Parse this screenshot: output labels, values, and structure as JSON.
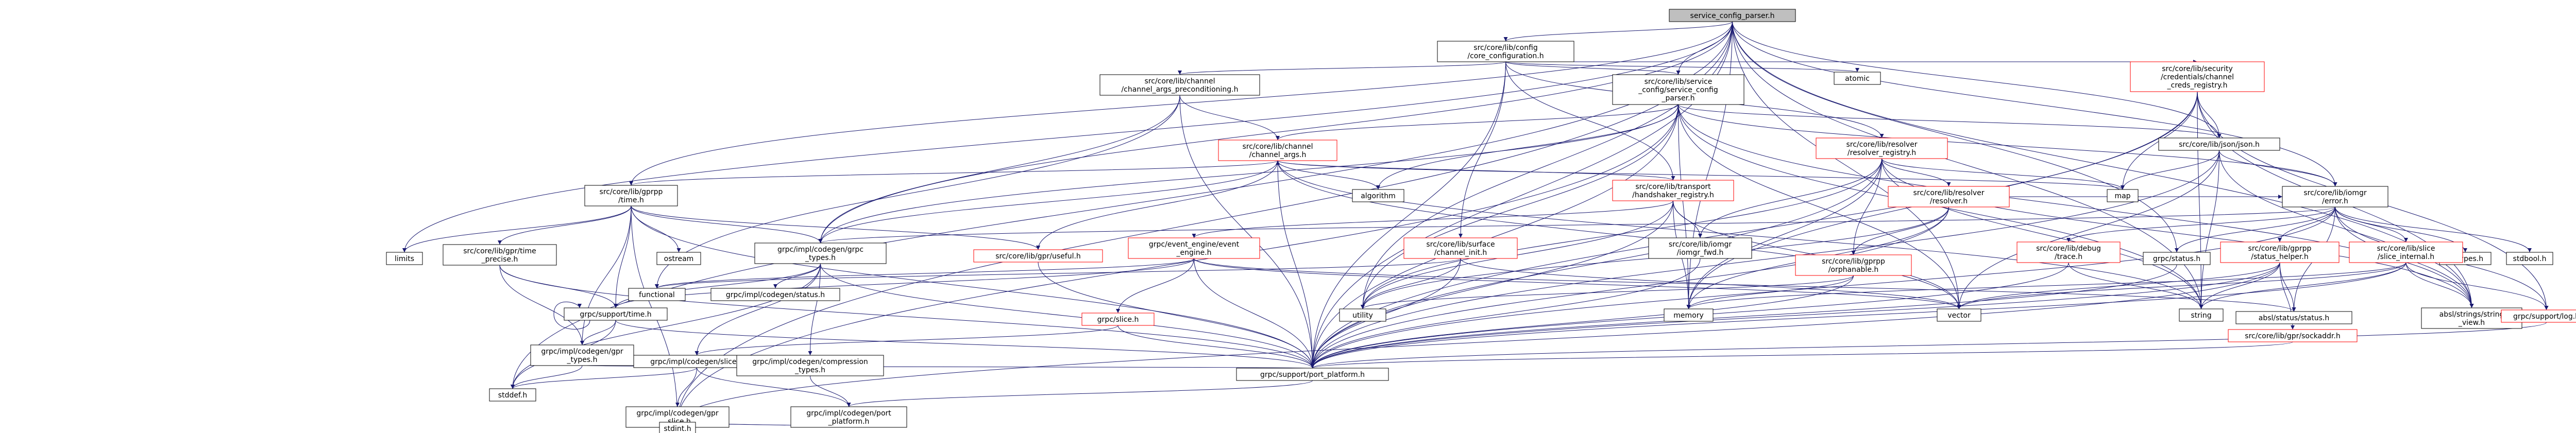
{
  "colors": {
    "edge": "#191970",
    "root_fill": "#bfbfbf",
    "incomplete_border": "#ff0000",
    "complete_border": "#000000"
  },
  "nodes": [
    {
      "id": "root",
      "lines": [
        "service_config_parser.h"
      ],
      "style": "root"
    },
    {
      "id": "core_config",
      "lines": [
        "src/core/lib/config",
        "/core_configuration.h"
      ],
      "style": "black"
    },
    {
      "id": "channel_args_pre",
      "lines": [
        "src/core/lib/channel",
        "/channel_args_preconditioning.h"
      ],
      "style": "black"
    },
    {
      "id": "svc_config_parser",
      "lines": [
        "src/core/lib/service",
        "_config/service_config",
        "_parser.h"
      ],
      "style": "black"
    },
    {
      "id": "atomic",
      "lines": [
        "atomic"
      ],
      "style": "black"
    },
    {
      "id": "cred_registry",
      "lines": [
        "src/core/lib/security",
        "/credentials/channel",
        "_creds_registry.h"
      ],
      "style": "red"
    },
    {
      "id": "channel_args",
      "lines": [
        "src/core/lib/channel",
        "/channel_args.h"
      ],
      "style": "red"
    },
    {
      "id": "resolver_registry",
      "lines": [
        "src/core/lib/resolver",
        "/resolver_registry.h"
      ],
      "style": "red"
    },
    {
      "id": "json",
      "lines": [
        "src/core/lib/json/json.h"
      ],
      "style": "black"
    },
    {
      "id": "handshaker",
      "lines": [
        "src/core/lib/transport",
        "/handshaker_registry.h"
      ],
      "style": "red"
    },
    {
      "id": "gpr_time",
      "lines": [
        "src/core/lib/gprpp",
        "/time.h"
      ],
      "style": "black"
    },
    {
      "id": "algorithm",
      "lines": [
        "algorithm"
      ],
      "style": "black"
    },
    {
      "id": "map",
      "lines": [
        "map"
      ],
      "style": "black"
    },
    {
      "id": "resolver",
      "lines": [
        "src/core/lib/resolver",
        "/resolver.h"
      ],
      "style": "red"
    },
    {
      "id": "iomgr_error",
      "lines": [
        "src/core/lib/iomgr",
        "/error.h"
      ],
      "style": "black"
    },
    {
      "id": "limits",
      "lines": [
        "limits"
      ],
      "style": "black"
    },
    {
      "id": "gpr_time_precise",
      "lines": [
        "src/core/lib/gpr/time",
        "_precise.h"
      ],
      "style": "black"
    },
    {
      "id": "ostream",
      "lines": [
        "ostream"
      ],
      "style": "black"
    },
    {
      "id": "grpc_types",
      "lines": [
        "grpc/impl/codegen/grpc",
        "_types.h"
      ],
      "style": "black"
    },
    {
      "id": "useful",
      "lines": [
        "src/core/lib/gpr/useful.h"
      ],
      "style": "red"
    },
    {
      "id": "event_engine",
      "lines": [
        "grpc/event_engine/event",
        "_engine.h"
      ],
      "style": "red"
    },
    {
      "id": "channel_init",
      "lines": [
        "src/core/lib/surface",
        "/channel_init.h"
      ],
      "style": "red"
    },
    {
      "id": "iomgr_fwd",
      "lines": [
        "src/core/lib/iomgr",
        "/iomgr_fwd.h"
      ],
      "style": "black"
    },
    {
      "id": "orphanable",
      "lines": [
        "src/core/lib/gprpp",
        "/orphanable.h"
      ],
      "style": "red"
    },
    {
      "id": "debug_trace",
      "lines": [
        "src/core/lib/debug",
        "/trace.h"
      ],
      "style": "red"
    },
    {
      "id": "grpc_status",
      "lines": [
        "grpc/status.h"
      ],
      "style": "black"
    },
    {
      "id": "status_helper",
      "lines": [
        "src/core/lib/gprpp",
        "/status_helper.h"
      ],
      "style": "red"
    },
    {
      "id": "inttypes",
      "lines": [
        "inttypes.h"
      ],
      "style": "black"
    },
    {
      "id": "stdbool",
      "lines": [
        "stdbool.h"
      ],
      "style": "black"
    },
    {
      "id": "slice_internal",
      "lines": [
        "src/core/lib/slice",
        "/slice_internal.h"
      ],
      "style": "red"
    },
    {
      "id": "support_time",
      "lines": [
        "grpc/support/time.h"
      ],
      "style": "black"
    },
    {
      "id": "functional",
      "lines": [
        "functional"
      ],
      "style": "black"
    },
    {
      "id": "codegen_status",
      "lines": [
        "grpc/impl/codegen/status.h"
      ],
      "style": "black"
    },
    {
      "id": "slice_h",
      "lines": [
        "grpc/slice.h"
      ],
      "style": "red"
    },
    {
      "id": "utility",
      "lines": [
        "utility"
      ],
      "style": "black"
    },
    {
      "id": "memory",
      "lines": [
        "memory"
      ],
      "style": "black"
    },
    {
      "id": "vector",
      "lines": [
        "vector"
      ],
      "style": "black"
    },
    {
      "id": "absl_status",
      "lines": [
        "absl/status/status.h"
      ],
      "style": "black"
    },
    {
      "id": "string",
      "lines": [
        "string"
      ],
      "style": "black"
    },
    {
      "id": "string_view",
      "lines": [
        "absl/strings/string",
        "_view.h"
      ],
      "style": "black"
    },
    {
      "id": "sockaddr",
      "lines": [
        "src/core/lib/gpr/sockaddr.h"
      ],
      "style": "red"
    },
    {
      "id": "support_log",
      "lines": [
        "grpc/support/log.h"
      ],
      "style": "red"
    },
    {
      "id": "gpr_types",
      "lines": [
        "grpc/impl/codegen/gpr",
        "_types.h"
      ],
      "style": "black"
    },
    {
      "id": "codegen_slice",
      "lines": [
        "grpc/impl/codegen/slice.h"
      ],
      "style": "black"
    },
    {
      "id": "compression_types",
      "lines": [
        "grpc/impl/codegen/compression",
        "_types.h"
      ],
      "style": "black"
    },
    {
      "id": "port_platform",
      "lines": [
        "grpc/support/port_platform.h"
      ],
      "style": "black"
    },
    {
      "id": "stddef",
      "lines": [
        "stddef.h"
      ],
      "style": "black"
    },
    {
      "id": "gpr_slice",
      "lines": [
        "grpc/impl/codegen/gpr",
        "_slice.h"
      ],
      "style": "black"
    },
    {
      "id": "codegen_port",
      "lines": [
        "grpc/impl/codegen/port",
        "_platform.h"
      ],
      "style": "black"
    },
    {
      "id": "stdint",
      "lines": [
        "stdint.h"
      ],
      "style": "black"
    }
  ],
  "edges": [
    [
      "root",
      "core_config"
    ],
    [
      "root",
      "svc_config_parser"
    ],
    [
      "root",
      "limits"
    ],
    [
      "root",
      "gpr_time"
    ],
    [
      "root",
      "grpc_types"
    ],
    [
      "root",
      "json"
    ],
    [
      "root",
      "iomgr_error"
    ],
    [
      "root",
      "grpc_status"
    ],
    [
      "root",
      "string_view"
    ],
    [
      "root",
      "utility"
    ],
    [
      "root",
      "memory"
    ],
    [
      "root",
      "vector"
    ],
    [
      "root",
      "string"
    ],
    [
      "root",
      "port_platform"
    ],
    [
      "root",
      "stddef"
    ],
    [
      "root",
      "stdint"
    ],
    [
      "core_config",
      "channel_args_pre"
    ],
    [
      "core_config",
      "svc_config_parser"
    ],
    [
      "core_config",
      "atomic"
    ],
    [
      "core_config",
      "cred_registry"
    ],
    [
      "core_config",
      "resolver_registry"
    ],
    [
      "core_config",
      "handshaker"
    ],
    [
      "core_config",
      "channel_init"
    ],
    [
      "core_config",
      "port_platform"
    ],
    [
      "channel_args_pre",
      "channel_args"
    ],
    [
      "channel_args_pre",
      "grpc_types"
    ],
    [
      "channel_args_pre",
      "functional"
    ],
    [
      "channel_args_pre",
      "port_platform"
    ],
    [
      "svc_config_parser",
      "json"
    ],
    [
      "svc_config_parser",
      "channel_args"
    ],
    [
      "svc_config_parser",
      "iomgr_error"
    ],
    [
      "svc_config_parser",
      "algorithm"
    ],
    [
      "svc_config_parser",
      "string"
    ],
    [
      "svc_config_parser",
      "memory"
    ],
    [
      "svc_config_parser",
      "vector"
    ],
    [
      "svc_config_parser",
      "utility"
    ],
    [
      "svc_config_parser",
      "stdint"
    ],
    [
      "svc_config_parser",
      "string_view"
    ],
    [
      "svc_config_parser",
      "grpc_types"
    ],
    [
      "svc_config_parser",
      "port_platform"
    ],
    [
      "cred_registry",
      "json"
    ],
    [
      "cred_registry",
      "map"
    ],
    [
      "cred_registry",
      "memory"
    ],
    [
      "cred_registry",
      "string"
    ],
    [
      "cred_registry",
      "string_view"
    ],
    [
      "cred_registry",
      "support_log"
    ],
    [
      "cred_registry",
      "port_platform"
    ],
    [
      "channel_args",
      "gpr_time"
    ],
    [
      "channel_args",
      "useful"
    ],
    [
      "channel_args",
      "grpc_types"
    ],
    [
      "channel_args",
      "algorithm"
    ],
    [
      "channel_args",
      "map"
    ],
    [
      "channel_args",
      "string"
    ],
    [
      "channel_args",
      "vector"
    ],
    [
      "channel_args",
      "port_platform"
    ],
    [
      "resolver_registry",
      "resolver"
    ],
    [
      "resolver_registry",
      "iomgr_fwd"
    ],
    [
      "resolver_registry",
      "orphanable"
    ],
    [
      "resolver_registry",
      "map"
    ],
    [
      "resolver_registry",
      "memory"
    ],
    [
      "resolver_registry",
      "string"
    ],
    [
      "resolver_registry",
      "string_view"
    ],
    [
      "resolver_registry",
      "utility"
    ],
    [
      "resolver_registry",
      "port_platform"
    ],
    [
      "json",
      "iomgr_error"
    ],
    [
      "json",
      "map"
    ],
    [
      "json",
      "string"
    ],
    [
      "json",
      "vector"
    ],
    [
      "json",
      "string_view"
    ],
    [
      "json",
      "port_platform"
    ],
    [
      "handshaker",
      "event_engine"
    ],
    [
      "handshaker",
      "channel_args"
    ],
    [
      "handshaker",
      "iomgr_fwd"
    ],
    [
      "handshaker",
      "memory"
    ],
    [
      "handshaker",
      "vector"
    ],
    [
      "handshaker",
      "utility"
    ],
    [
      "handshaker",
      "port_platform"
    ],
    [
      "gpr_time",
      "gpr_time_precise"
    ],
    [
      "gpr_time",
      "support_time"
    ],
    [
      "gpr_time",
      "ostream"
    ],
    [
      "gpr_time",
      "limits"
    ],
    [
      "gpr_time",
      "gpr_types"
    ],
    [
      "gpr_time",
      "port_platform"
    ],
    [
      "gpr_time",
      "stdint"
    ],
    [
      "gpr_time",
      "useful"
    ],
    [
      "gpr_time",
      "grpc_types"
    ],
    [
      "resolver",
      "orphanable"
    ],
    [
      "resolver",
      "iomgr_error"
    ],
    [
      "resolver",
      "port_platform"
    ],
    [
      "resolver",
      "utility"
    ],
    [
      "resolver",
      "memory"
    ],
    [
      "iomgr_error",
      "debug_trace"
    ],
    [
      "iomgr_error",
      "grpc_status"
    ],
    [
      "iomgr_error",
      "status_helper"
    ],
    [
      "iomgr_error",
      "inttypes"
    ],
    [
      "iomgr_error",
      "stdbool"
    ],
    [
      "iomgr_error",
      "slice_internal"
    ],
    [
      "iomgr_error",
      "absl_status"
    ],
    [
      "iomgr_error",
      "support_log"
    ],
    [
      "iomgr_error",
      "port_platform"
    ],
    [
      "iomgr_error",
      "string_view"
    ],
    [
      "iomgr_error",
      "grpc_types"
    ],
    [
      "gpr_time_precise",
      "support_time"
    ],
    [
      "gpr_time_precise",
      "gpr_types"
    ],
    [
      "gpr_time_precise",
      "port_platform"
    ],
    [
      "grpc_types",
      "support_time"
    ],
    [
      "grpc_types",
      "codegen_status"
    ],
    [
      "grpc_types",
      "codegen_slice"
    ],
    [
      "grpc_types",
      "compression_types"
    ],
    [
      "grpc_types",
      "port_platform"
    ],
    [
      "grpc_types",
      "stddef"
    ],
    [
      "useful",
      "port_platform"
    ],
    [
      "event_engine",
      "functional"
    ],
    [
      "event_engine",
      "slice_h"
    ],
    [
      "event_engine",
      "vector"
    ],
    [
      "event_engine",
      "port_platform"
    ],
    [
      "event_engine",
      "absl_status"
    ],
    [
      "event_engine",
      "support_time"
    ],
    [
      "channel_init",
      "functional"
    ],
    [
      "channel_init",
      "vector"
    ],
    [
      "channel_init",
      "utility"
    ],
    [
      "channel_init",
      "port_platform"
    ],
    [
      "iomgr_fwd",
      "port_platform"
    ],
    [
      "orphanable",
      "memory"
    ],
    [
      "orphanable",
      "utility"
    ],
    [
      "orphanable",
      "port_platform"
    ],
    [
      "debug_trace",
      "port_platform"
    ],
    [
      "debug_trace",
      "string"
    ],
    [
      "grpc_status",
      "port_platform"
    ],
    [
      "status_helper",
      "absl_status"
    ],
    [
      "status_helper",
      "sockaddr"
    ],
    [
      "status_helper",
      "vector"
    ],
    [
      "status_helper",
      "string"
    ],
    [
      "status_helper",
      "port_platform"
    ],
    [
      "status_helper",
      "stdint"
    ],
    [
      "slice_internal",
      "string_view"
    ],
    [
      "slice_internal",
      "support_log"
    ],
    [
      "slice_internal",
      "port_platform"
    ],
    [
      "slice_internal",
      "vector"
    ],
    [
      "slice_internal",
      "memory"
    ],
    [
      "slice_internal",
      "string"
    ],
    [
      "support_time",
      "gpr_types"
    ],
    [
      "support_time",
      "stddef"
    ],
    [
      "support_time",
      "port_platform"
    ],
    [
      "support_time",
      "support_time"
    ],
    [
      "slice_h",
      "port_platform"
    ],
    [
      "slice_h",
      "codegen_slice"
    ],
    [
      "support_log",
      "port_platform"
    ],
    [
      "sockaddr",
      "port_platform"
    ],
    [
      "gpr_types",
      "stddef"
    ],
    [
      "gpr_types",
      "port_platform"
    ],
    [
      "codegen_slice",
      "gpr_slice"
    ],
    [
      "codegen_slice",
      "stddef"
    ],
    [
      "codegen_slice",
      "codegen_port"
    ],
    [
      "compression_types",
      "codegen_port"
    ],
    [
      "port_platform",
      "codegen_port"
    ],
    [
      "codegen_port",
      "stdint"
    ]
  ]
}
